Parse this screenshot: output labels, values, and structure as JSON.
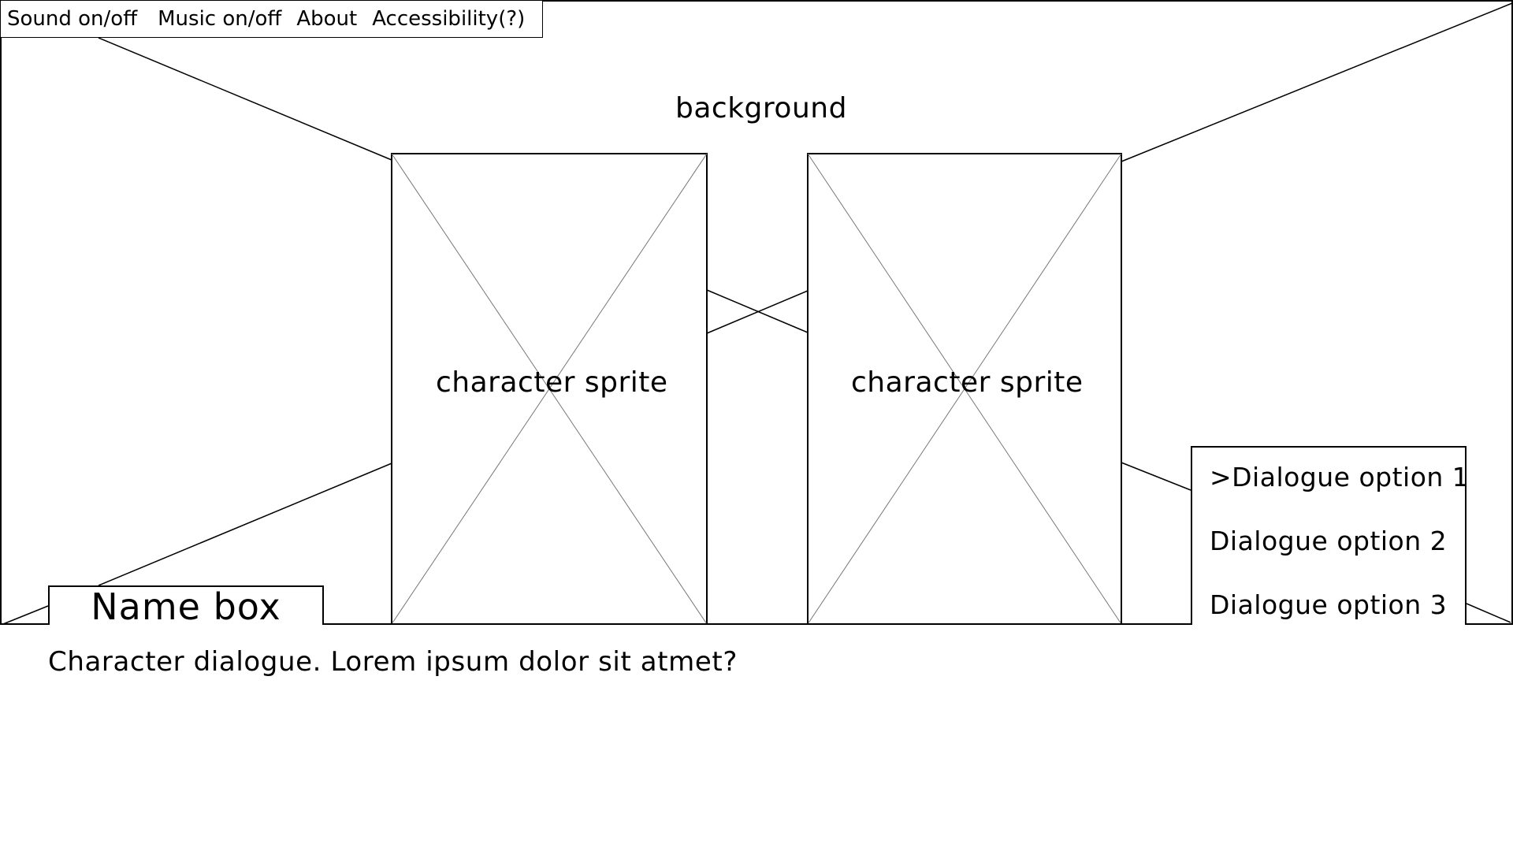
{
  "menu": {
    "items": [
      {
        "label": "Sound on/off"
      },
      {
        "label": "Music on/off"
      },
      {
        "label": "About"
      },
      {
        "label": "Accessibility(?)"
      }
    ]
  },
  "scene": {
    "background_label": "background",
    "sprites": [
      {
        "label": "character sprite"
      },
      {
        "label": "character sprite"
      }
    ]
  },
  "dialogue": {
    "name_box": "Name box",
    "text": "Character dialogue. Lorem ipsum dolor sit atmet?",
    "options": [
      {
        "label": ">Dialogue option 1"
      },
      {
        "label": "Dialogue option 2"
      },
      {
        "label": "Dialogue option 3"
      }
    ]
  }
}
